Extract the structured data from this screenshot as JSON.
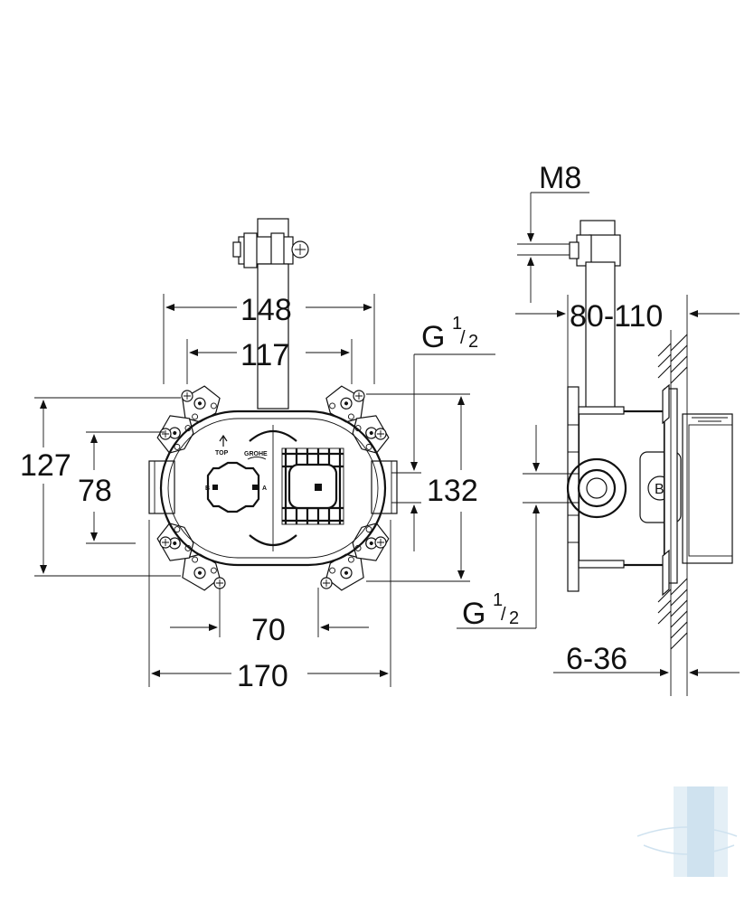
{
  "dimensions": {
    "width_outer_mount": "148",
    "width_inner_mount": "117",
    "height_overall": "127",
    "height_inner": "78",
    "height_connections": "132",
    "spacing_connections": "70",
    "width_overall": "170",
    "thread_top": "G",
    "thread_bottom": "G",
    "frac_num": "1",
    "frac_den": "2",
    "bolt": "M8",
    "depth_range": "80-110",
    "wall_range": "6-36"
  },
  "labels": {
    "top_arrow": "TOP",
    "brand": "GROHE",
    "port_b": "B",
    "port_a": "A",
    "side_port": "B"
  },
  "icons": {
    "top_arrow": "up-arrow-icon",
    "watermark": "watermark-logo"
  },
  "colors": {
    "line": "#111111",
    "watermark": "#8fb8d8"
  }
}
